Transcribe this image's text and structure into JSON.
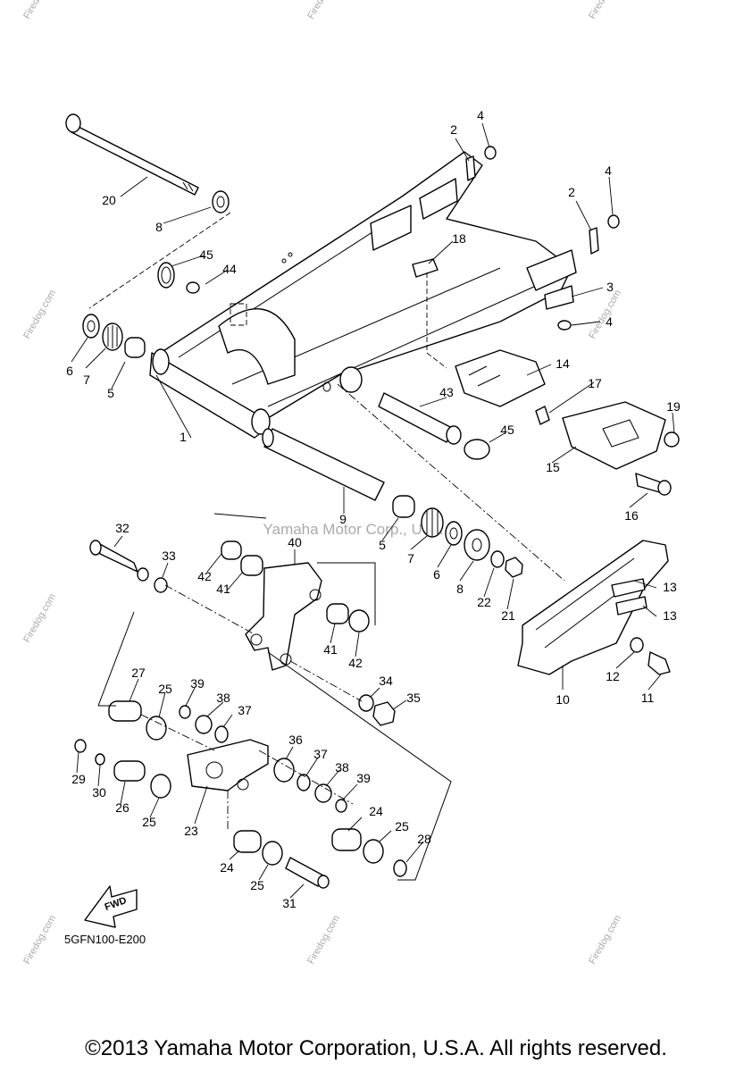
{
  "diagram": {
    "code": "5GFN100-E200",
    "fwd_label": "FWD",
    "watermark_center": "Yamaha Motor Corp., USA",
    "watermark_frame": "Firedog.com",
    "copyright": "©2013 Yamaha Motor Corporation, U.S.A. All rights reserved.",
    "callouts": [
      {
        "n": "1"
      },
      {
        "n": "2"
      },
      {
        "n": "2"
      },
      {
        "n": "3"
      },
      {
        "n": "4"
      },
      {
        "n": "4"
      },
      {
        "n": "4"
      },
      {
        "n": "5"
      },
      {
        "n": "5"
      },
      {
        "n": "6"
      },
      {
        "n": "6"
      },
      {
        "n": "7"
      },
      {
        "n": "7"
      },
      {
        "n": "8"
      },
      {
        "n": "8"
      },
      {
        "n": "9"
      },
      {
        "n": "10"
      },
      {
        "n": "11"
      },
      {
        "n": "12"
      },
      {
        "n": "13"
      },
      {
        "n": "13"
      },
      {
        "n": "14"
      },
      {
        "n": "15"
      },
      {
        "n": "16"
      },
      {
        "n": "17"
      },
      {
        "n": "18"
      },
      {
        "n": "19"
      },
      {
        "n": "20"
      },
      {
        "n": "21"
      },
      {
        "n": "22"
      },
      {
        "n": "23"
      },
      {
        "n": "24"
      },
      {
        "n": "24"
      },
      {
        "n": "25"
      },
      {
        "n": "25"
      },
      {
        "n": "25"
      },
      {
        "n": "25"
      },
      {
        "n": "26"
      },
      {
        "n": "27"
      },
      {
        "n": "28"
      },
      {
        "n": "29"
      },
      {
        "n": "30"
      },
      {
        "n": "31"
      },
      {
        "n": "32"
      },
      {
        "n": "33"
      },
      {
        "n": "34"
      },
      {
        "n": "35"
      },
      {
        "n": "36"
      },
      {
        "n": "37"
      },
      {
        "n": "37"
      },
      {
        "n": "38"
      },
      {
        "n": "38"
      },
      {
        "n": "39"
      },
      {
        "n": "39"
      },
      {
        "n": "40"
      },
      {
        "n": "41"
      },
      {
        "n": "41"
      },
      {
        "n": "42"
      },
      {
        "n": "42"
      },
      {
        "n": "43"
      },
      {
        "n": "44"
      },
      {
        "n": "45"
      },
      {
        "n": "45"
      }
    ]
  }
}
